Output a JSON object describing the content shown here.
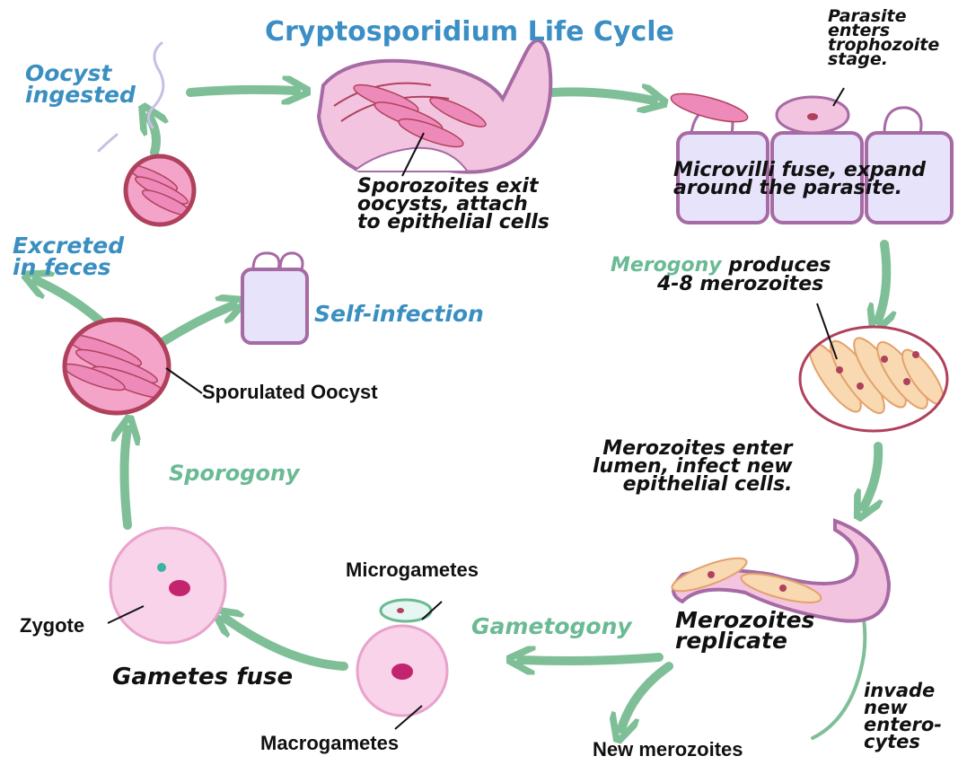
{
  "title": "Cryptosporidium Life Cycle",
  "labels": {
    "oocyst_ingested_1": "Oocyst",
    "oocyst_ingested_2": "ingested",
    "sporozoites_1": "Sporozoites exit",
    "sporozoites_2": "oocysts, attach",
    "sporozoites_3": "to epithelial cells",
    "trophozoite_1": "Parasite",
    "trophozoite_2": "enters",
    "trophozoite_3": "trophozoite",
    "trophozoite_4": "stage.",
    "microvilli_1": "Microvilli fuse, expand",
    "microvilli_2": "around the parasite.",
    "merogony_word": "Merogony",
    "merogony_rest": "produces",
    "merogony_2": "4-8 merozoites",
    "merozoites_enter_1": "Merozoites enter",
    "merozoites_enter_2": "lumen, infect new",
    "merozoites_enter_3": "epithelial cells.",
    "replicate_1": "Merozoites",
    "replicate_2": "replicate",
    "invade_1": "invade",
    "invade_2": "new",
    "invade_3": "entero-",
    "invade_4": "cytes",
    "new_merozoites": "New merozoites",
    "gametogony": "Gametogony",
    "microgametes": "Microgametes",
    "macrogametes": "Macrogametes",
    "gametes_fuse": "Gametes fuse",
    "zygote": "Zygote",
    "sporogony": "Sporogony",
    "sporulated_oocyst": "Sporulated Oocyst",
    "self_infection": "Self-infection",
    "excreted_1": "Excreted",
    "excreted_2": "in feces"
  },
  "colors": {
    "arrow_green": "#7fbf97",
    "title_blue": "#3b8fc4",
    "label_blue": "#3a8fc0",
    "label_green": "#6aba94",
    "oocyst_wall": "#b0415c",
    "cell_pink": "#f3c4e0",
    "parasite_orange": "#f8d9b2",
    "epithelium_lavender": "#e6e3fa"
  }
}
